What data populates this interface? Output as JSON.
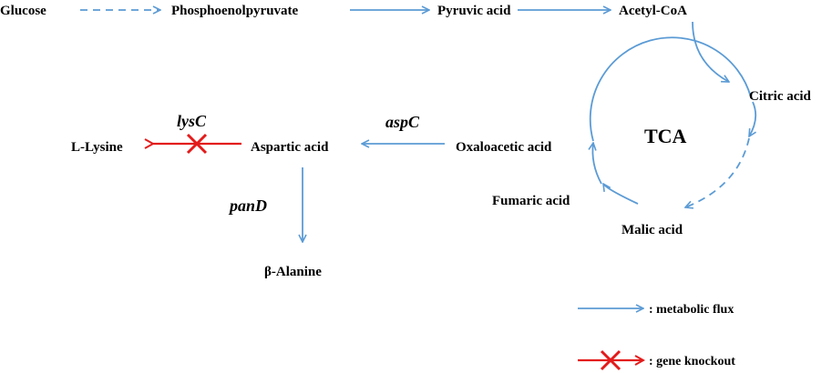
{
  "colors": {
    "flux": "#5b9bd5",
    "knockout": "#e31b1b",
    "text": "#000000"
  },
  "nodes": {
    "glucose": "Glucose",
    "phosphoenolpyruvate": "Phosphoenolpyruvate",
    "pyruvic_acid": "Pyruvic acid",
    "acetyl_coa": "Acetyl-CoA",
    "citric_acid": "Citric acid",
    "tca": "TCA",
    "malic_acid": "Malic acid",
    "fumaric_acid": "Fumaric acid",
    "oxaloacetic_acid": "Oxaloacetic acid",
    "aspartic_acid": "Aspartic acid",
    "l_lysine": "L-Lysine",
    "beta_alanine": "β-Alanine"
  },
  "genes": {
    "lysc": "lysC",
    "aspc": "aspC",
    "pand": "panD"
  },
  "legend": {
    "metabolic_flux": ": metabolic flux",
    "gene_knockout": ": gene knockout"
  }
}
